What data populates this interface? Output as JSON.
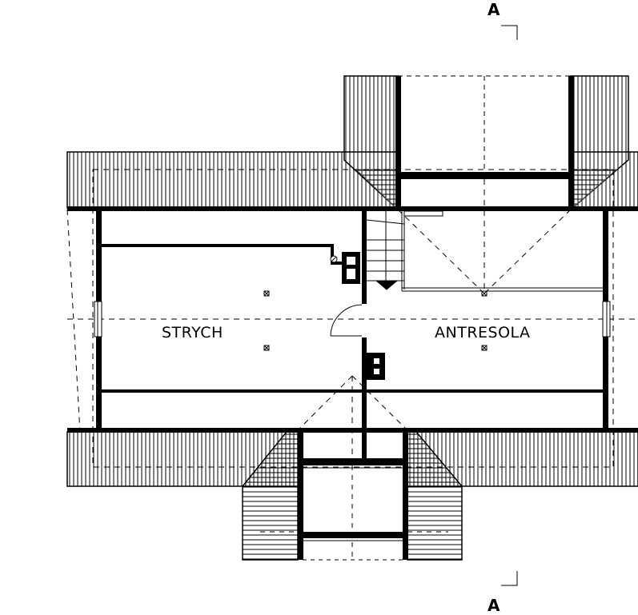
{
  "plan": {
    "rooms": [
      {
        "name": "STRYCH"
      },
      {
        "name": "ANTRESOLA"
      }
    ],
    "section_marker": {
      "top": "A",
      "bottom": "A"
    }
  },
  "colors": {
    "line": "#000000",
    "background": "#ffffff"
  }
}
